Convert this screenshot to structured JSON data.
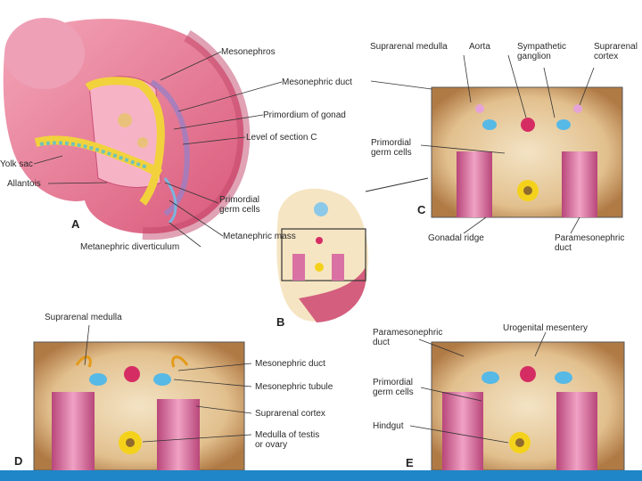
{
  "panels": {
    "a": {
      "letter": "A",
      "labels": {
        "mesonephros": "Mesonephros",
        "mesonephric_duct": "Mesonephric duct",
        "primordium_gonad": "Primordium of gonad",
        "level_section_c": "Level of section C",
        "yolk_sac": "Yolk sac",
        "allantois": "Allantois",
        "primordial_germ_cells": "Primordial\ngerm cells",
        "metanephric_mass": "Metanephric mass",
        "metanephric_diverticulum": "Metanephric diverticulum"
      }
    },
    "b": {
      "letter": "B"
    },
    "c": {
      "letter": "C",
      "labels": {
        "suprarenal_medulla": "Suprarenal medulla",
        "aorta": "Aorta",
        "sympathetic_ganglion": "Sympathetic\nganglion",
        "suprarenal_cortex": "Suprarenal\ncortex",
        "primordial_germ_cells": "Primordial\ngerm cells",
        "gonadal_ridge": "Gonadal ridge",
        "paramesonephric_duct": "Paramesonephric\nduct"
      }
    },
    "d": {
      "letter": "D",
      "labels": {
        "suprarenal_medulla": "Suprarenal medulla",
        "mesonephric_duct": "Mesonephric duct",
        "mesonephric_tubule": "Mesonephric tubule",
        "suprarenal_cortex": "Suprarenal cortex",
        "medulla_testis": "Medulla of testis\nor ovary"
      }
    },
    "e": {
      "letter": "E",
      "labels": {
        "paramesonephric_duct": "Paramesonephric\nduct",
        "urogenital_mesentery": "Urogenital mesentery",
        "primordial_germ_cells": "Primordial\ngerm cells",
        "hindgut": "Hindgut"
      }
    }
  },
  "colors": {
    "footer_bar": "#1f86c8"
  }
}
